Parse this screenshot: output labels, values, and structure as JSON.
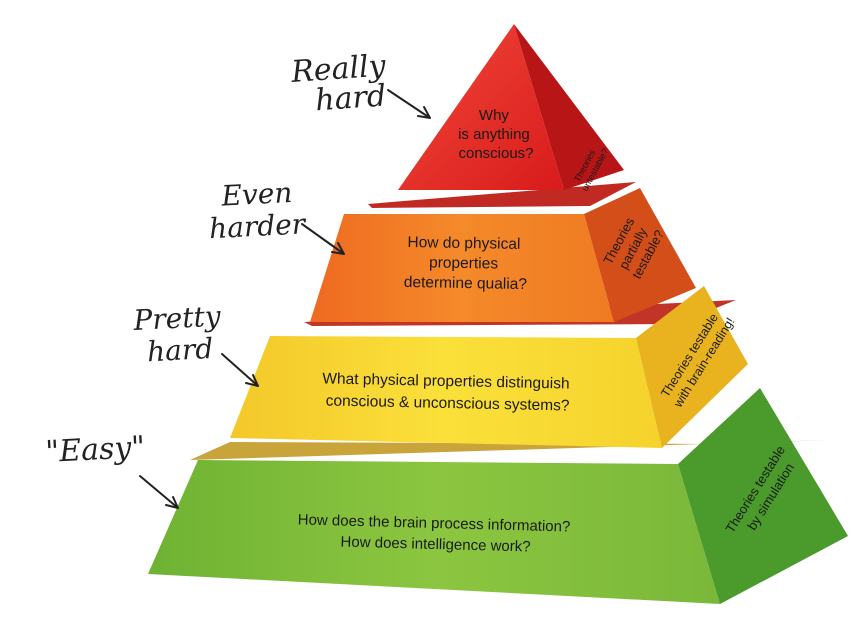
{
  "colors": {
    "red": "#e3231f",
    "orange": "#f07b22",
    "yellow": "#f6d42c",
    "green": "#7dbb3c",
    "ink": "#1a1a1a"
  },
  "levels": [
    {
      "id": "top",
      "color": "#e3231f",
      "annotation": [
        "Really",
        "hard"
      ],
      "question": [
        "Why",
        "is anything",
        "conscious?"
      ],
      "side_note": [
        "Theories",
        "untestable?"
      ]
    },
    {
      "id": "second",
      "color": "#f07b22",
      "annotation": [
        "Even",
        "harder"
      ],
      "question": [
        "How do physical",
        "properties",
        "determine qualia?"
      ],
      "side_note": [
        "Theories",
        "partially",
        "testable?"
      ]
    },
    {
      "id": "third",
      "color": "#f6d42c",
      "annotation": [
        "Pretty",
        "hard"
      ],
      "question": [
        "What physical properties distinguish",
        "conscious & unconscious systems?"
      ],
      "side_note": [
        "Theories testable",
        "with brain-reading!"
      ]
    },
    {
      "id": "bottom",
      "color": "#7dbb3c",
      "annotation": [
        "\"Easy\""
      ],
      "question": [
        "How does the brain process information?",
        "How does intelligence work?"
      ],
      "side_note": [
        "Theories testable",
        "by simulation"
      ]
    }
  ]
}
